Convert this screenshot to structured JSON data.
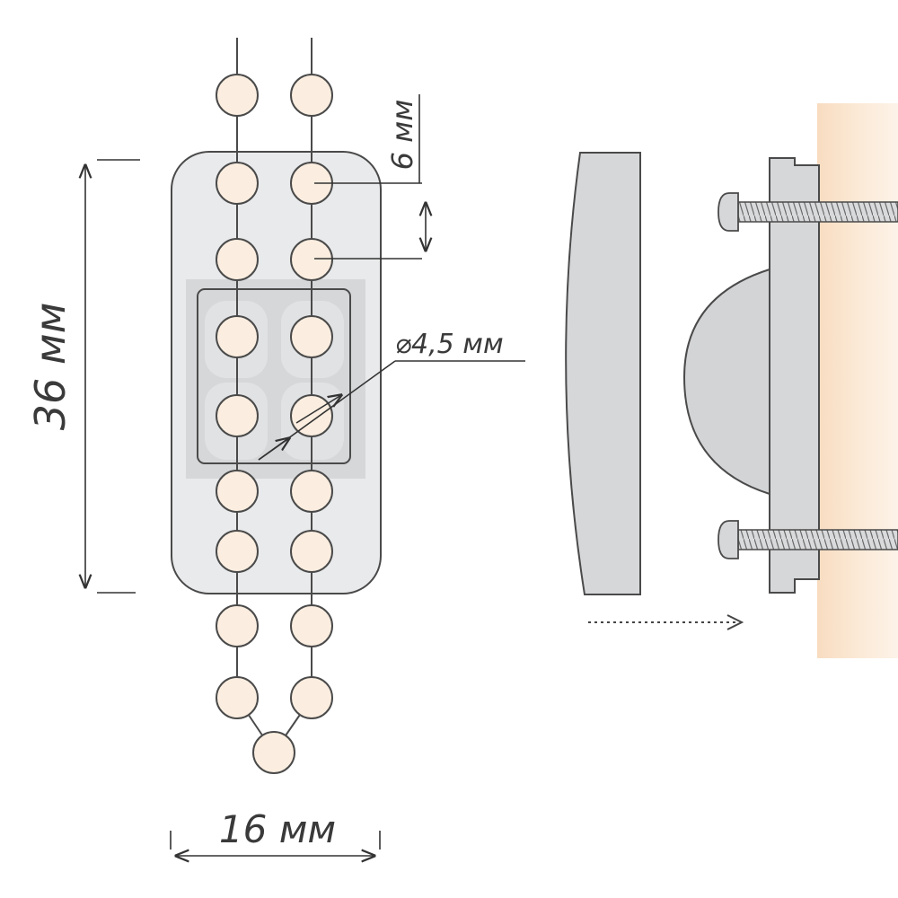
{
  "dimensions": {
    "height_label": "36 мм",
    "width_label": "16 мм",
    "pitch_label": "6 мм",
    "ball_diameter_label": "⌀4,5 мм"
  },
  "colors": {
    "bead_fill": "#fbeee0",
    "line": "#4a4a4a",
    "bracket_fill": "#e8e9ea",
    "cover_fill": "#d7d8da",
    "wall_gradient_start": "#f8e3cc",
    "wall_gradient_end": "#fdf5ec"
  }
}
